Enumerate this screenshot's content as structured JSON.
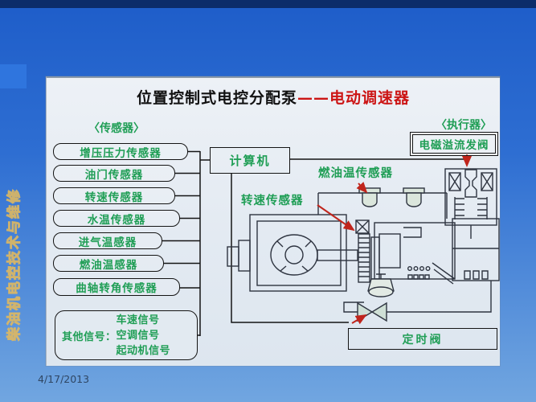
{
  "slide": {
    "title": {
      "black": "位置控制式电控分配泵",
      "red": "——电动调速器"
    },
    "date": "4/17/2013",
    "watermark": "柴油机电控技术与维修"
  },
  "sensors": {
    "header": "〈传感器〉",
    "items": [
      "增压压力传感器",
      "油门传感器",
      "转速传感器",
      "水温传感器",
      "进气温感器",
      "燃油温感器",
      "曲轴转角传感器"
    ],
    "other": {
      "label": "其他信号：",
      "lines": [
        "车速信号",
        "空调信号",
        "起动机信号"
      ]
    }
  },
  "computer": {
    "label": "计算机"
  },
  "actuators": {
    "header": "〈执行器〉",
    "spill_valve": "电磁溢流发阀",
    "timing_valve": "定时阀"
  },
  "diagram": {
    "fuel_temp_label": "燃油温传感器",
    "speed_label": "转速传感器"
  },
  "colors": {
    "green": "#1f9e55",
    "red": "#c0251c",
    "line": "#2e3440",
    "panel": "#e6edf4",
    "bg_top": "#1e5dc9",
    "bg_bottom": "#71a6e0",
    "top_bar": "#0c2c6a"
  }
}
